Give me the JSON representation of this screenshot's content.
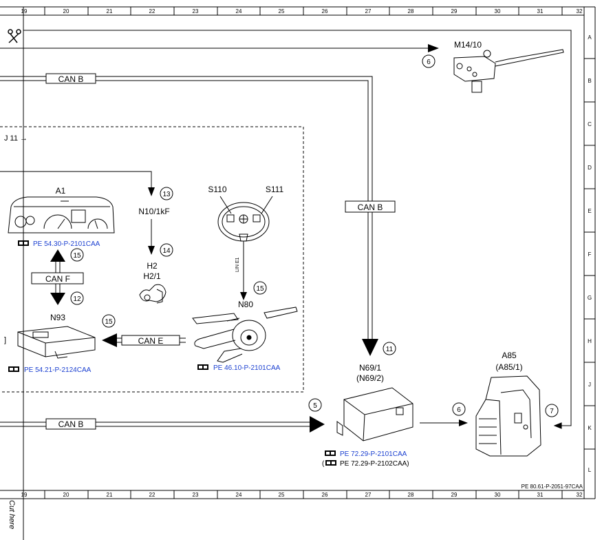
{
  "grid": {
    "columns": [
      "19",
      "20",
      "21",
      "22",
      "23",
      "24",
      "25",
      "26",
      "27",
      "28",
      "29",
      "30",
      "31",
      "32"
    ],
    "rows": [
      "A",
      "B",
      "C",
      "D",
      "E",
      "F",
      "G",
      "H",
      "J",
      "K",
      "L"
    ]
  },
  "bus_labels": {
    "can_b_top": "CAN B",
    "can_b_vertical": "CAN B",
    "can_b_bottom": "CAN B",
    "can_e": "CAN E",
    "can_f": "CAN F",
    "lin": "LIN E1"
  },
  "continuation_label": "J 11 →",
  "components": {
    "m14_10": {
      "label": "M14/10"
    },
    "a1": {
      "label": "A1",
      "ref": "PE 54.30-P-2101CAA"
    },
    "n10": {
      "label": "N10/1kF"
    },
    "h2": {
      "label": "H2",
      "label2": "H2/1"
    },
    "s110": {
      "label": "S110"
    },
    "s111": {
      "label": "S111"
    },
    "n80": {
      "label": "N80",
      "ref": "PE 46.10-P-2101CAA"
    },
    "n93": {
      "label": "N93",
      "ref": "PE 54.21-P-2124CAA"
    },
    "n69": {
      "label": "N69/1",
      "label2": "(N69/2)",
      "ref": "PE 72.29-P-2101CAA",
      "ref2": "PE 72.29-P-2102CAA)"
    },
    "a85": {
      "label": "A85",
      "label2": "(A85/1)"
    }
  },
  "circle_numbers": {
    "m14": "6",
    "n10_top": "13",
    "n10_bottom": "14",
    "a1_up": "15",
    "n93_down": "12",
    "n80_in": "15",
    "can_e": "15",
    "n69_in": "11",
    "can_b_bottom": "5",
    "a85_left": "6",
    "a85_right": "7"
  },
  "doc_id": "PE 80.61-P-2051-97CAA",
  "cut_here": "Cut here",
  "colors": {
    "ref_link": "#1a3fd0",
    "line": "#000000"
  }
}
